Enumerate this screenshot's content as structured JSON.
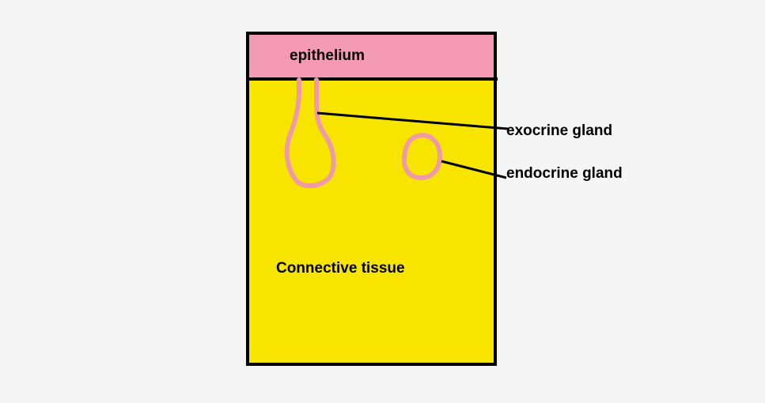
{
  "diagram": {
    "labels": {
      "epithelium": "epithelium",
      "exocrine": "exocrine gland",
      "endocrine": "endocrine gland",
      "connective": "Connective tissue"
    },
    "colors": {
      "background": "#f5f5f5",
      "epithelium_fill": "#f49ab4",
      "connective_fill": "#f7e500",
      "gland_stroke": "#ef9aa8",
      "outline": "#000000"
    }
  }
}
